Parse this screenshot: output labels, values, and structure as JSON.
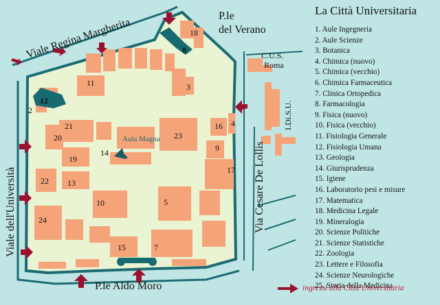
{
  "legend": {
    "title": "La Città Universitaria",
    "items": [
      "1. Aule Ingegneria",
      "2. Aule Scienze",
      "3. Botanica",
      "4. Chimica (nuovo)",
      "5. Chimica (vecchio)",
      "6. Chimica Farmaceutica",
      "7. Clinica Ortopedica",
      "8. Farmacologia",
      "9. Fisica (nuovo)",
      "10. Fisica (vecchio)",
      "11. Fisiologia Generale",
      "12. Fisiologia Umana",
      "13. Geologia",
      "14. Giurisprudenza",
      "15. Igiene",
      "16. Laboratorio pesi e misure",
      "17. Matematica",
      "18. Medicina Legale",
      "19. Mineralogia",
      "20. Scienze Politiche",
      "21. Scienze Statistiche",
      "22. Zoologia",
      "23. Lettere e Filosofia",
      "24. Scienze Neurologiche",
      "25. Storia della Medicina"
    ],
    "entrance_note": "ingressi alla Città Universitaria"
  },
  "streets": {
    "regina_margherita": "Viale Regina Margherita",
    "universita": "Viale dell'Università",
    "de_lollis": "Via Cesare De Lollis",
    "verano_1": "P.le",
    "verano_2": "del Verano",
    "aldo_moro": "P.le Aldo Moro"
  },
  "places": {
    "cus_1": "C.U.S.",
    "cus_2": "Roma",
    "idisu": "I.Di.S.U.",
    "aula_magna": "Aula Magna"
  },
  "building_numbers": {
    "b2": "2",
    "b3": "3",
    "b4": "4",
    "b5": "5",
    "b7": "7",
    "b8": "8",
    "b9": "9",
    "b10": "10",
    "b11": "11",
    "b12": "12",
    "b13": "13",
    "b14": "14",
    "b15": "15",
    "b16": "16",
    "b17": "17",
    "b18": "18",
    "b19": "19",
    "b20": "20",
    "b21": "21",
    "b22": "22",
    "b23": "23",
    "b24": "24"
  },
  "colors": {
    "water": "#bfe6e4",
    "campus": "#eaf3d2",
    "wall": "#1c6b74",
    "building": "#f5a47a",
    "highlight_building": "#176b70",
    "entrance_arrow": "#9b1130"
  }
}
